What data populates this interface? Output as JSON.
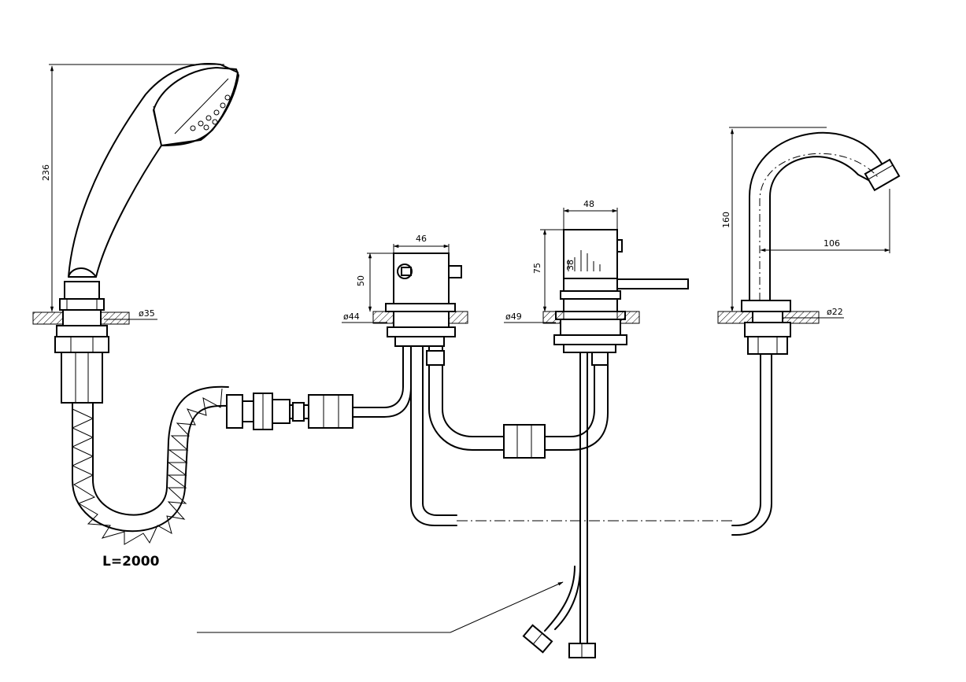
{
  "labels": {
    "hose_length": "L=2000",
    "handshower_height": "236",
    "handshower_dia": "ø35",
    "diverter_width": "46",
    "diverter_height": "50",
    "diverter_dia": "ø44",
    "mixer_width": "48",
    "mixer_height": "75",
    "mixer_inner": "38",
    "mixer_dia": "ø49",
    "spout_height": "160",
    "spout_reach": "106",
    "spout_dia": "ø22"
  }
}
